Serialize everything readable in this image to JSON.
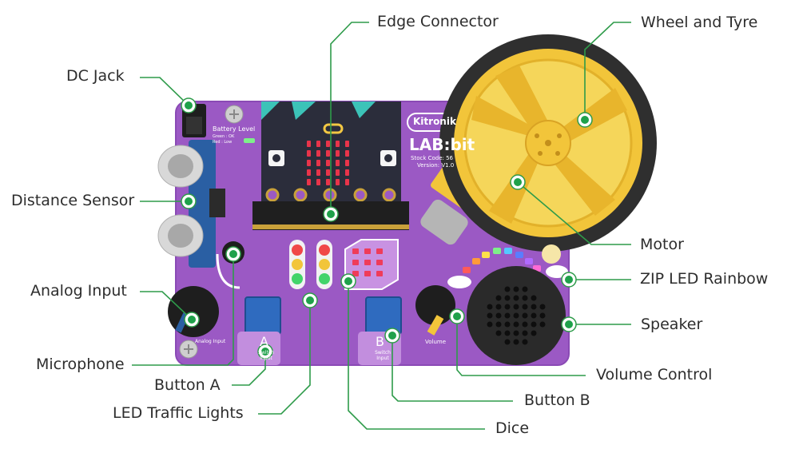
{
  "diagram": {
    "brand": "Kitronik",
    "board_name": "LAB:bit",
    "stock_code": "Stock Code: 56",
    "version": "Version: V1.0",
    "battery_level": "Battery Level",
    "battery_green": "Green : OK",
    "battery_red": "Red : Low",
    "analog_input_label": "Analog Input",
    "volume_label": "Volume",
    "switch_input_label": "Switch Input",
    "button_a_letter": "A",
    "button_b_letter": "B",
    "callouts": {
      "edge_connector": "Edge Connector",
      "wheel_and_tyre": "Wheel and Tyre",
      "dc_jack": "DC Jack",
      "distance_sensor": "Distance Sensor",
      "motor": "Motor",
      "zip_led_rainbow": "ZIP LED Rainbow",
      "analog_input": "Analog Input",
      "speaker": "Speaker",
      "microphone": "Microphone",
      "volume_control": "Volume Control",
      "button_a": "Button A",
      "button_b": "Button B",
      "led_traffic_lights": "LED Traffic Lights",
      "dice": "Dice"
    },
    "colors": {
      "board": "#9b59c4",
      "leader": "#2e9b4a",
      "marker": "#1fa14a",
      "wheel": "#f2c53a",
      "microbit": "#2b2d3b"
    }
  }
}
